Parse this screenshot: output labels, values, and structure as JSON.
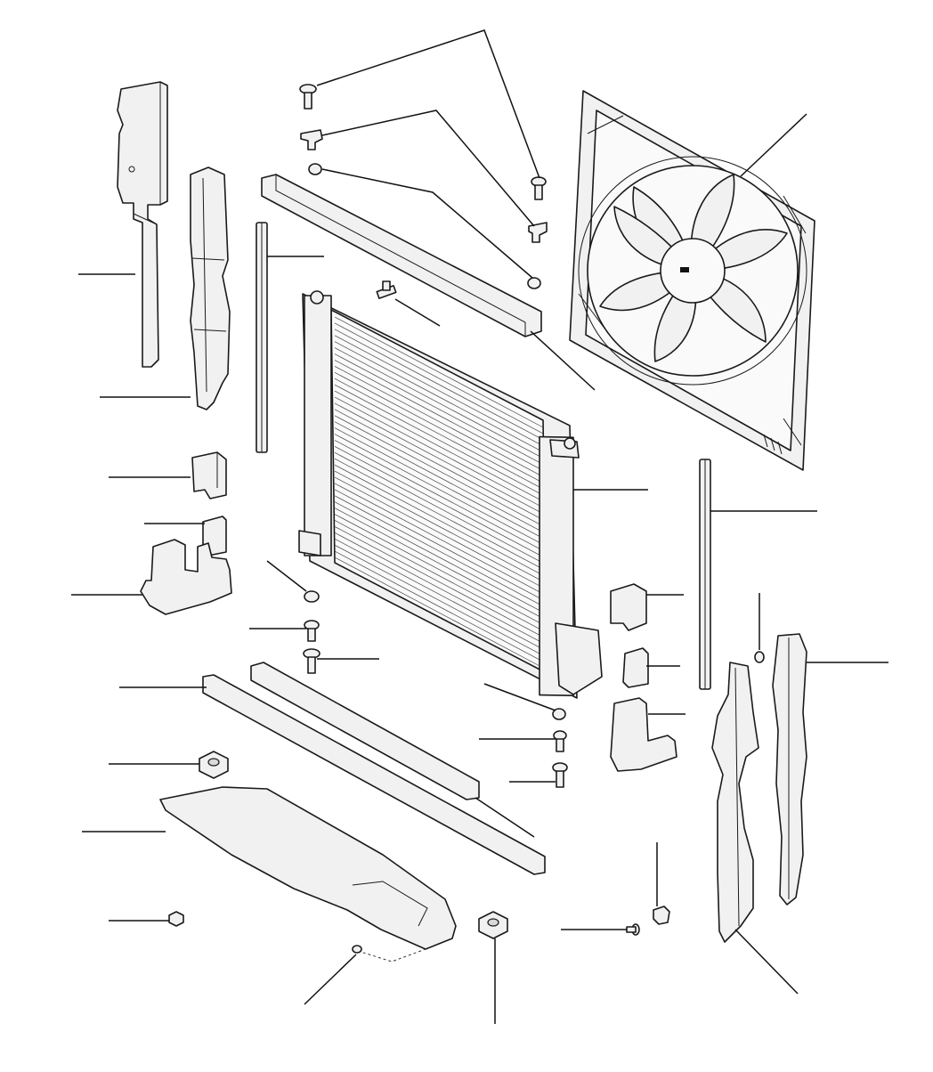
{
  "diagram": {
    "parts": [
      {
        "id": "left-upper-air-deflector-panel"
      },
      {
        "id": "left-side-air-seal-bracket"
      },
      {
        "id": "left-upper-foam-block"
      },
      {
        "id": "left-small-foam-block"
      },
      {
        "id": "left-lower-air-guide"
      },
      {
        "id": "left-vertical-foam-strip"
      },
      {
        "id": "top-foam-seal"
      },
      {
        "id": "top-bolt"
      },
      {
        "id": "top-bracket"
      },
      {
        "id": "top-grommet"
      },
      {
        "id": "temperature-sensor"
      },
      {
        "id": "radiator"
      },
      {
        "id": "cooling-fan-assembly"
      },
      {
        "id": "right-vertical-foam-strip"
      },
      {
        "id": "right-foam-blocks"
      },
      {
        "id": "right-side-air-seal-bracket"
      },
      {
        "id": "right-side-air-guide"
      },
      {
        "id": "lower-grommet"
      },
      {
        "id": "lower-bolts"
      },
      {
        "id": "lower-foam-strips"
      },
      {
        "id": "mounting-rubber"
      },
      {
        "id": "lower-undertray"
      },
      {
        "id": "clip-nut"
      }
    ]
  }
}
